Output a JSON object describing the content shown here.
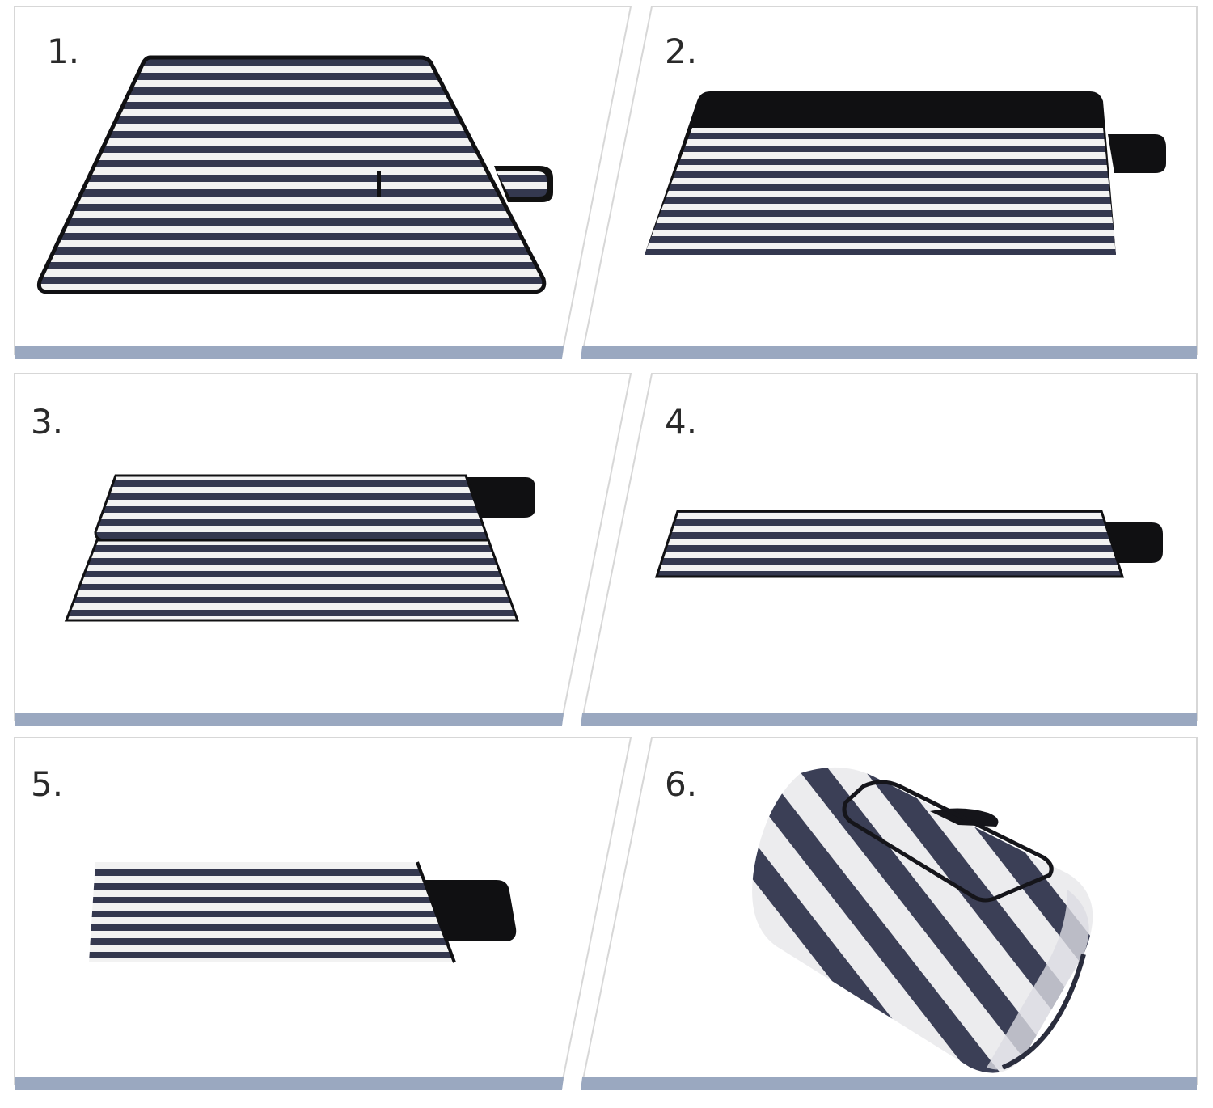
{
  "steps": [
    {
      "label": "1."
    },
    {
      "label": "2."
    },
    {
      "label": "3."
    },
    {
      "label": "4."
    },
    {
      "label": "5."
    },
    {
      "label": "6."
    }
  ],
  "colors": {
    "background": "#ffffff",
    "panel_border": "#d7d7d7",
    "panel_bar": "#9aa8c0",
    "stripe_dark": "#34384f",
    "stripe_light": "#f2f2f2",
    "backing_black": "#101012",
    "number_text": "#2a2a2a"
  },
  "icons": {
    "mat_flat": "striped-picnic-mat",
    "mat_rolled": "rolled-picnic-mat"
  }
}
